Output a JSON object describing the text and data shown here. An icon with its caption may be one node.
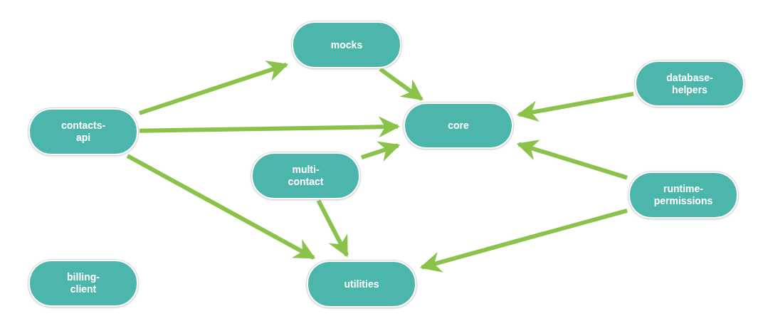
{
  "diagram": {
    "nodes": [
      {
        "text": [
          "mocks"
        ]
      },
      {
        "text": [
          "contacts-api"
        ]
      },
      {
        "text": [
          "core"
        ]
      },
      {
        "text": [
          "database-helpers"
        ]
      },
      {
        "text": [
          "multi-contact"
        ]
      },
      {
        "text": [
          "runtime-permissions"
        ]
      },
      {
        "text": [
          "billing-client"
        ]
      },
      {
        "text": [
          "utilities"
        ]
      }
    ],
    "edges": [
      {
        "from": 1,
        "to": 0,
        "arrow": "to"
      },
      {
        "from": 1,
        "to": 2,
        "arrow": "to"
      },
      {
        "from": 1,
        "to": 7,
        "arrow": "to"
      },
      {
        "from": 0,
        "to": 2,
        "arrow": "to"
      },
      {
        "from": 3,
        "to": 2,
        "arrow": "to"
      },
      {
        "from": 4,
        "to": 2,
        "arrow": "to"
      },
      {
        "from": 4,
        "to": 7,
        "arrow": "to"
      },
      {
        "from": 5,
        "to": 2,
        "arrow": "to"
      },
      {
        "from": 5,
        "to": 7,
        "arrow": "to"
      }
    ]
  }
}
